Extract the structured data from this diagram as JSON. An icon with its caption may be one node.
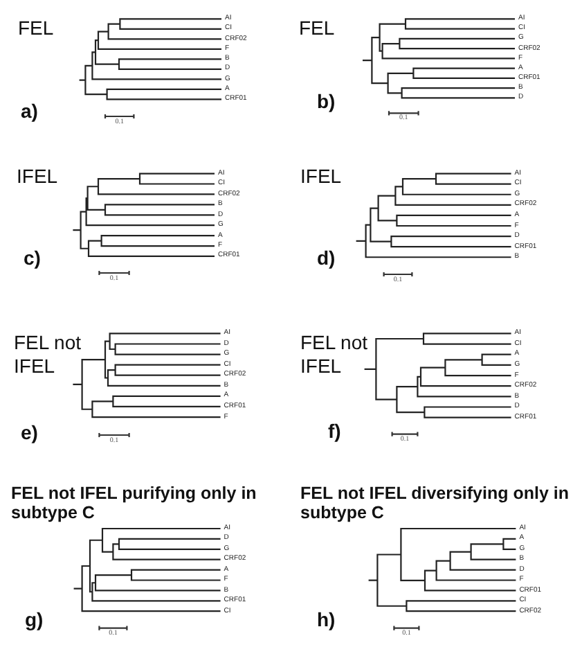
{
  "diagram": {
    "labels": [
      "FEL",
      "AI",
      "CI",
      "CRF02",
      "F",
      "B",
      "D",
      "G",
      "A",
      "CRF01",
      "a)",
      "0.1",
      "FEL",
      "AI",
      "CI",
      "G",
      "CRF02",
      "F",
      "A",
      "CRF01",
      "B",
      "D",
      "b)",
      "0.1",
      "IFEL",
      "AI",
      "CI",
      "CRF02",
      "B",
      "D",
      "G",
      "A",
      "F",
      "CRF01",
      "c)",
      "0.1",
      "IFEL",
      "AI",
      "CI",
      "G",
      "CRF02",
      "A",
      "F",
      "D",
      "CRF01",
      "B",
      "d)",
      "0.1",
      "FEL not IFEL",
      "AI",
      "D",
      "G",
      "CI",
      "CRF02",
      "B",
      "A",
      "CRF01",
      "F",
      "e)",
      "0.1",
      "FEL not IFEL",
      "AI",
      "CI",
      "A",
      "G",
      "F",
      "CRF02",
      "B",
      "D",
      "CRF01",
      "f)",
      "0.1",
      "FEL not IFEL purifying only in subtype C",
      "AI",
      "D",
      "G",
      "CRF02",
      "A",
      "F",
      "B",
      "CRF01",
      "CI",
      "g)",
      "0.1",
      "FEL not IFEL diversifying only in subtype C",
      "AI",
      "A",
      "G",
      "B",
      "D",
      "F",
      "CRF01",
      "CI",
      "CRF02",
      "h)",
      "0.1"
    ]
  }
}
